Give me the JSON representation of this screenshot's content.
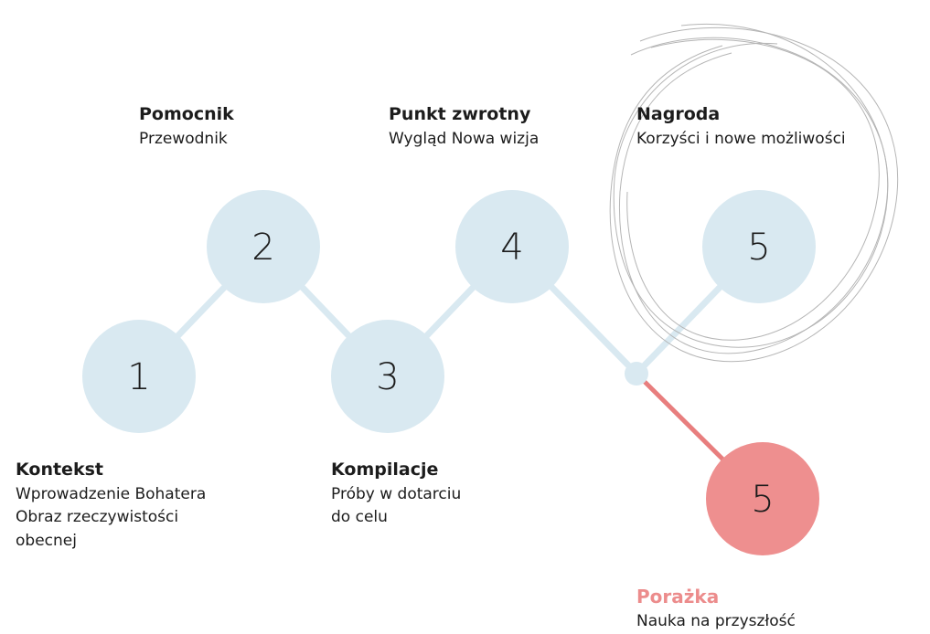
{
  "colors": {
    "node": "#d9e9f1",
    "connector": "#d9e9f1",
    "fail_node": "#ee8f8f",
    "fail_connector": "#e87e7e",
    "sketch_circle": "#b5b5b5",
    "text": "#1c1c1c",
    "fail_title": "#ec8c8c"
  },
  "nodes": [
    {
      "id": "n1",
      "number": "1"
    },
    {
      "id": "n2",
      "number": "2"
    },
    {
      "id": "n3",
      "number": "3"
    },
    {
      "id": "n4",
      "number": "4"
    },
    {
      "id": "n5",
      "number": "5"
    },
    {
      "id": "n5-fail",
      "number": "5"
    }
  ],
  "stages": {
    "kontekst": {
      "title": "Kontekst",
      "lines": [
        "Wprowadzenie Bohatera",
        "Obraz rzeczywistości",
        "obecnej"
      ]
    },
    "pomocnik": {
      "title": "Pomocnik",
      "lines": [
        "Przewodnik"
      ]
    },
    "kompilacje": {
      "title": "Kompilacje",
      "lines": [
        "Próby w dotarciu",
        "do celu"
      ]
    },
    "punkt_zwrotny": {
      "title": "Punkt zwrotny",
      "lines": [
        "Wygląd Nowa wizja"
      ]
    },
    "nagroda": {
      "title": "Nagroda",
      "lines": [
        "Korzyści i nowe możliwości"
      ]
    },
    "porazka": {
      "title": "Porażka",
      "lines": [
        "Nauka na przyszłość"
      ]
    }
  }
}
